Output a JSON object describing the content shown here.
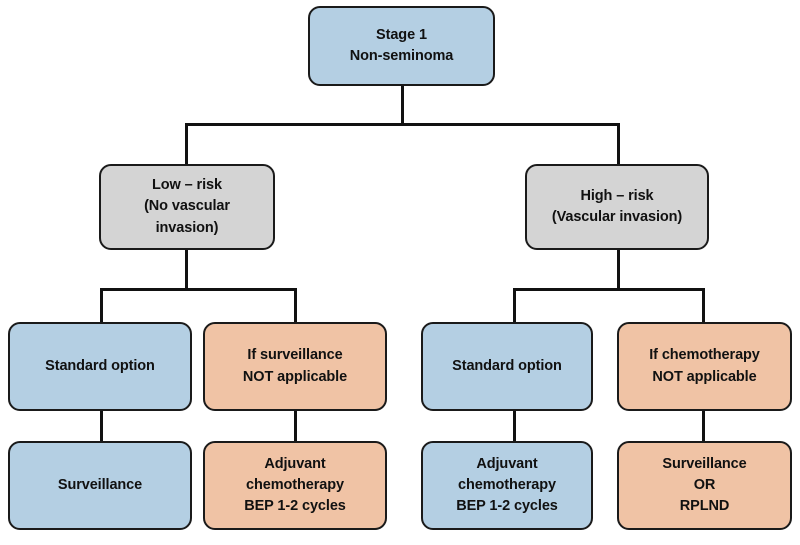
{
  "diagram": {
    "title": "Stage 1 Non-seminoma management flowchart",
    "colors": {
      "blue": "#b4cfe3",
      "gray": "#d4d4d4",
      "orange": "#f0c3a5",
      "stroke": "#111111",
      "background": "#ffffff"
    },
    "nodes": {
      "root": {
        "lines": [
          "Stage 1",
          "Non-seminoma"
        ],
        "fill": "blue"
      },
      "low_risk": {
        "lines": [
          "Low – risk",
          "(No vascular",
          "invasion)"
        ],
        "fill": "gray"
      },
      "high_risk": {
        "lines": [
          "High – risk",
          "(Vascular invasion)"
        ],
        "fill": "gray"
      },
      "low_standard_option": {
        "lines": [
          "Standard option"
        ],
        "fill": "blue"
      },
      "low_alt_condition": {
        "lines": [
          "If surveillance",
          "NOT applicable"
        ],
        "fill": "orange"
      },
      "low_standard_treatment": {
        "lines": [
          "Surveillance"
        ],
        "fill": "blue"
      },
      "low_alt_treatment": {
        "lines": [
          "Adjuvant",
          "chemotherapy",
          "BEP 1-2 cycles"
        ],
        "fill": "orange"
      },
      "high_standard_option": {
        "lines": [
          "Standard option"
        ],
        "fill": "blue"
      },
      "high_alt_condition": {
        "lines": [
          "If chemotherapy",
          "NOT applicable"
        ],
        "fill": "orange"
      },
      "high_standard_treatment": {
        "lines": [
          "Adjuvant",
          "chemotherapy",
          "BEP 1-2 cycles"
        ],
        "fill": "blue"
      },
      "high_alt_treatment": {
        "lines": [
          "Surveillance",
          "OR",
          "RPLND"
        ],
        "fill": "orange"
      }
    }
  }
}
